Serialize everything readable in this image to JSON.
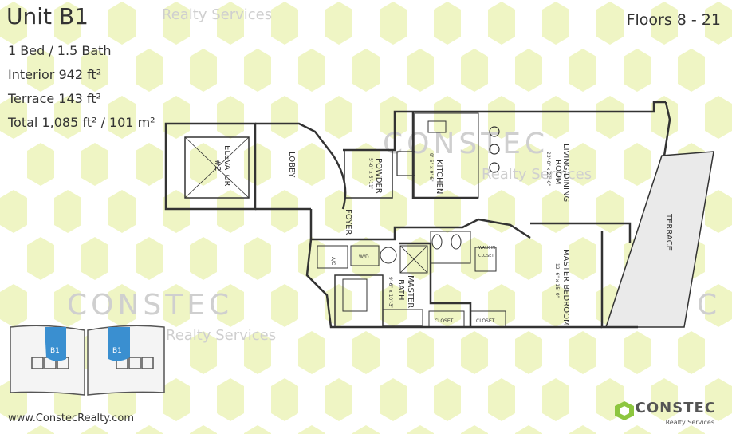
{
  "watermark": {
    "brand": "CONSTEC",
    "tagline": "Realty Services"
  },
  "unit": {
    "title": "Unit B1",
    "beds_baths": "1 Bed / 1.5 Bath",
    "interior": "Interior 942 ft²",
    "terrace": "Terrace 143 ft²",
    "total": "Total 1,085 ft² / 101 m²"
  },
  "floors": "Floors 8 - 21",
  "website": "www.ConstecRealty.com",
  "logo": {
    "name": "CONSTEC",
    "sub": "Realty Services",
    "color": "#8dc63f"
  },
  "rooms": {
    "elevator": "ELEVATOR",
    "elevator_no": "#2",
    "lobby": "LOBBY",
    "foyer": "FOYER",
    "powder": "POWDER",
    "powder_dim": "5'-0\" x 5'-11\"",
    "kitchen": "KITCHEN",
    "kitchen_dim": "9'-6\" x 9'-6\"",
    "living": "LIVING/DINING",
    "living_room": "ROOM",
    "living_dim": "23'-0\" x 22'-0\"",
    "terrace": "TERRACE",
    "master_bedroom": "MASTER BEDROOM",
    "master_bedroom_dim": "12'-6\" x 15'-0\"",
    "walk_in": "WALK IN",
    "closet": "CLOSET",
    "master": "MASTER",
    "bath": "BATH",
    "bath_dim": "9'-6\" x 10'-3\"",
    "ac": "A/C",
    "wd": "W/D"
  },
  "keyplan": {
    "label_left": "B1",
    "label_right": "B1",
    "highlight_color": "#3a8fd0"
  },
  "colors": {
    "bg_pattern": "#f0f5c8",
    "wall": "#333333",
    "terrace_fill": "#e8e8e8"
  }
}
